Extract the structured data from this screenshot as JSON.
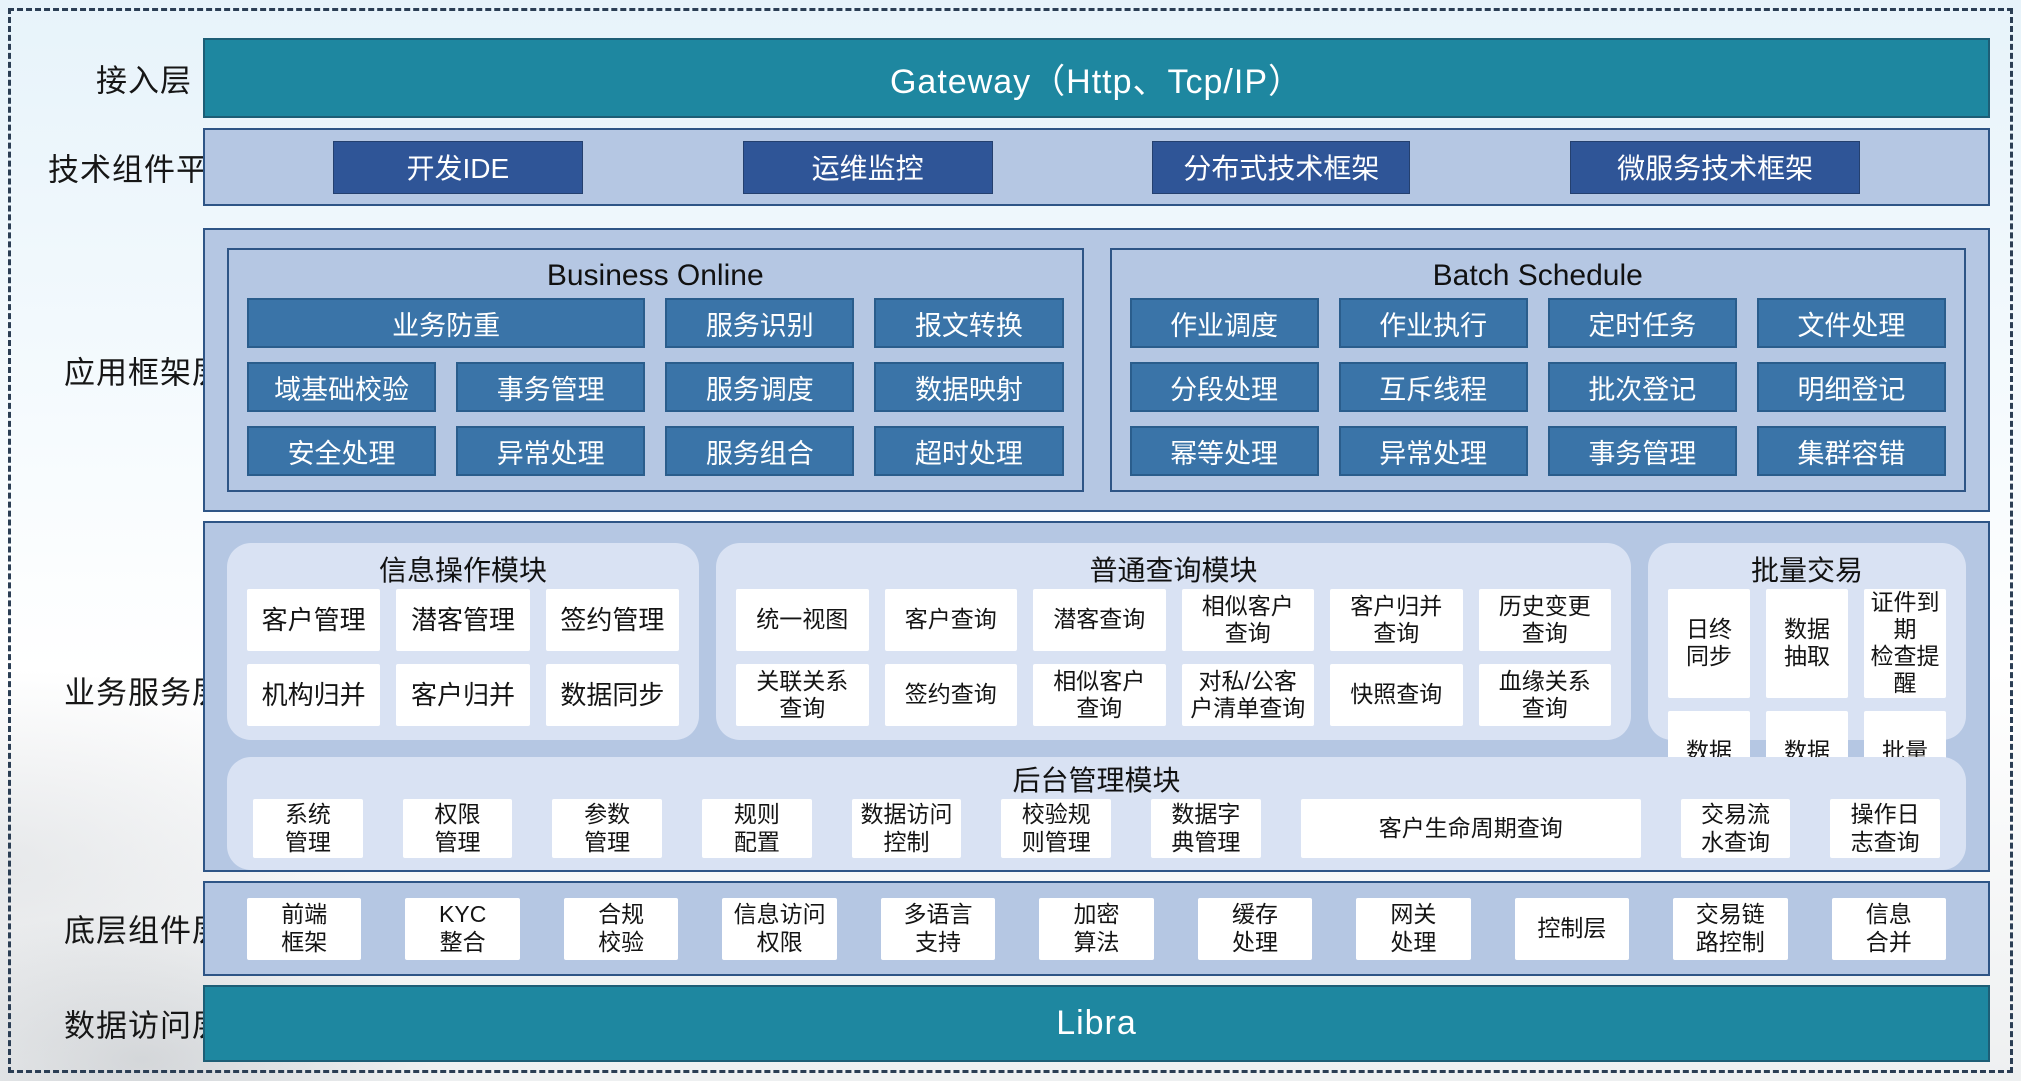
{
  "colors": {
    "teal": "#1e87a0",
    "container_fill": "#b5c7e3",
    "container_border": "#2e5586",
    "dark_button": "#2f5597",
    "module_box": "#3a74a8",
    "rounded_panel": "#d9e2f3",
    "white_box": "#ffffff"
  },
  "layers": [
    "接入层",
    "技术组件平台",
    "应用框架层",
    "业务服务层",
    "底层组件层",
    "数据访问层"
  ],
  "gateway": {
    "label": "Gateway（Http、Tcp/IP）"
  },
  "tech_platform": {
    "items": [
      "开发IDE",
      "运维监控",
      "分布式技术框架",
      "微服务技术框架"
    ]
  },
  "app_framework": {
    "business_online": {
      "title": "Business Online",
      "items": [
        "业务防重",
        "服务识别",
        "报文转换",
        "域基础校验",
        "事务管理",
        "服务调度",
        "数据映射",
        "安全处理",
        "异常处理",
        "服务组合",
        "超时处理"
      ]
    },
    "batch_schedule": {
      "title": "Batch Schedule",
      "items": [
        "作业调度",
        "作业执行",
        "定时任务",
        "文件处理",
        "分段处理",
        "互斥线程",
        "批次登记",
        "明细登记",
        "幂等处理",
        "异常处理",
        "事务管理",
        "集群容错"
      ]
    }
  },
  "business_service": {
    "info_ops": {
      "title": "信息操作模块",
      "items": [
        "客户管理",
        "潜客管理",
        "签约管理",
        "机构归并",
        "客户归并",
        "数据同步"
      ]
    },
    "common_query": {
      "title": "普通查询模块",
      "items": [
        "统一视图",
        "客户查询",
        "潜客查询",
        "相似客户\n查询",
        "客户归并\n查询",
        "历史变更\n查询",
        "关联关系\n查询",
        "签约查询",
        "相似客户\n查询",
        "对私/公客\n户清单查询",
        "快照查询",
        "血缘关系\n查询"
      ]
    },
    "batch_trade": {
      "title": "批量交易",
      "items": [
        "日终\n同步",
        "数据\n抽取",
        "证件到期\n检查提醒",
        "数据\n转换",
        "数据\n装载",
        "批量\n开户"
      ]
    },
    "admin": {
      "title": "后台管理模块",
      "items": [
        "系统\n管理",
        "权限\n管理",
        "参数\n管理",
        "规则\n配置",
        "数据访问\n控制",
        "校验规\n则管理",
        "数据字\n典管理",
        "客户生命周期查询",
        "交易流\n水查询",
        "操作日\n志查询"
      ]
    }
  },
  "base_components": {
    "items": [
      "前端\n框架",
      "KYC\n整合",
      "合规\n校验",
      "信息访问\n权限",
      "多语言\n支持",
      "加密\n算法",
      "缓存\n处理",
      "网关\n处理",
      "控制层",
      "交易链\n路控制",
      "信息\n合并"
    ]
  },
  "data_access": {
    "label": "Libra"
  }
}
